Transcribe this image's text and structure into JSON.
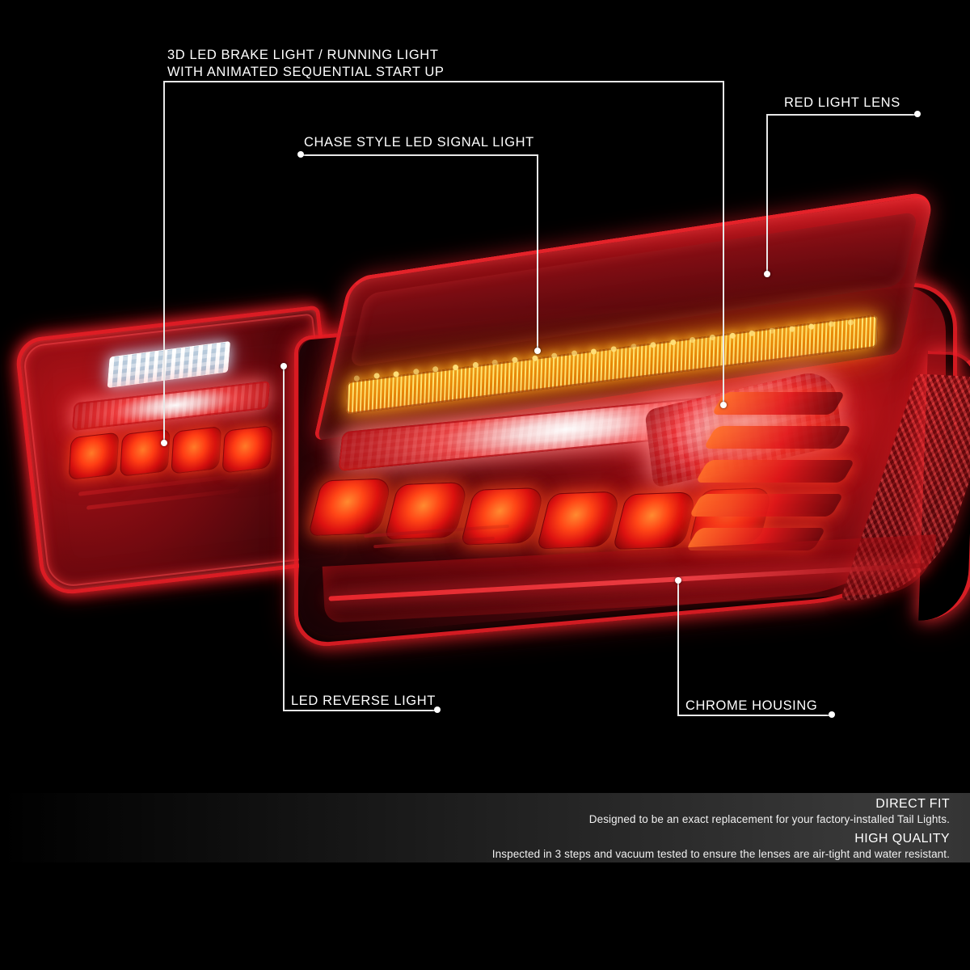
{
  "product": {
    "type": "led-tail-light-pair",
    "lamp_left": {
      "name": "inner-trunk-lamp",
      "features": [
        "led-reverse-panel",
        "brake-light-strip",
        "red-brake-segments"
      ],
      "segment_count": 4
    },
    "lamp_right": {
      "name": "main-quarter-panel-lamp",
      "features": [
        "chase-signal-bar",
        "brake-light-strip",
        "3d-brake-segments",
        "angled-led-bars",
        "reflector"
      ],
      "segment_count": 6,
      "bar_count": 5
    },
    "colors": {
      "lens_red": "#e21c24",
      "brake_red": "#ff4516",
      "signal_amber": "#ff9e08",
      "reverse_white": "#f4f8ff",
      "background": "#000000",
      "leader_line": "#e8e8e8",
      "banner_left": "#000000",
      "banner_right": "#3a3a3a"
    }
  },
  "callouts": [
    {
      "id": "brake-running-light",
      "line1": "3D LED BRAKE LIGHT / RUNNING LIGHT",
      "line2": "WITH ANIMATED SEQUENTIAL START UP"
    },
    {
      "id": "chase-signal",
      "line1": "CHASE STYLE LED SIGNAL LIGHT"
    },
    {
      "id": "red-light-lens",
      "line1": "RED LIGHT LENS"
    },
    {
      "id": "led-reverse-light",
      "line1": "LED REVERSE LIGHT"
    },
    {
      "id": "chrome-housing",
      "line1": "CHROME HOUSING"
    }
  ],
  "banner": {
    "features": [
      {
        "heading": "DIRECT FIT",
        "description": "Designed to be an exact replacement for your factory-installed Tail Lights."
      },
      {
        "heading": "HIGH QUALITY",
        "description": "Inspected in 3 steps and vacuum tested to ensure the lenses are air-tight and water resistant."
      }
    ]
  }
}
